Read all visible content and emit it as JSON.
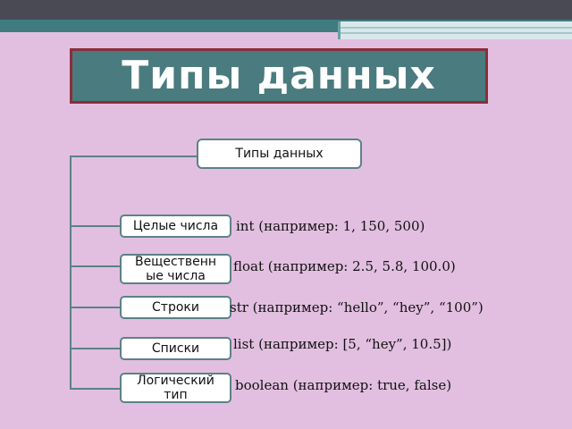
{
  "title": "Типы данных",
  "root": "Типы данных",
  "items": [
    {
      "label": "Целые числа",
      "desc": "int (например: 1, 150, 500)"
    },
    {
      "label": "Вещественн ые числа",
      "desc": "float (например: 2.5, 5.8, 100.0)"
    },
    {
      "label": "Строки",
      "desc": "str (например: “hello”, “hey”, “100”)"
    },
    {
      "label": "Списки",
      "desc": "list (например: [5, “hey”, 10.5])"
    },
    {
      "label": "Логический тип",
      "desc": "boolean (например: true, false)"
    }
  ]
}
